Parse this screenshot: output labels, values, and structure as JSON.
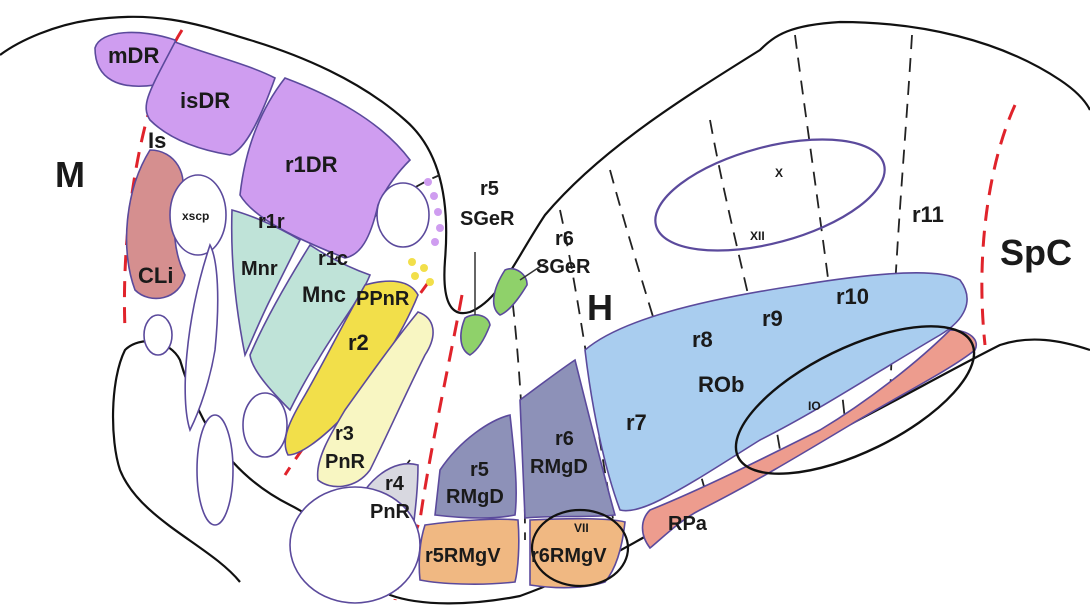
{
  "labels": {
    "M": "M",
    "H": "H",
    "SpC": "SpC",
    "mDR": "mDR",
    "isDR": "isDR",
    "Is": "Is",
    "r1DR": "r1DR",
    "xscp": "xscp",
    "CLi": "CLi",
    "r1r": "r1r",
    "Mnr": "Mnr",
    "r1c": "r1c",
    "Mnc": "Mnc",
    "PPnR": "PPnR",
    "r2": "r2",
    "r3": "r3",
    "PnR3": "PnR",
    "r4": "r4",
    "PnR4": "PnR",
    "r5_top": "r5",
    "SGeR5": "SGeR",
    "r6_top": "r6",
    "SGeR6": "SGeR",
    "r5": "r5",
    "RMgD5": "RMgD",
    "r6": "r6",
    "RMgD6": "RMgD",
    "r5RMgV": "r5RMgV",
    "r6RMgV": "r6RMgV",
    "VII": "VII",
    "r7": "r7",
    "r8": "r8",
    "r9": "r9",
    "r10": "r10",
    "r11": "r11",
    "ROb": "ROb",
    "IO": "IO",
    "RPa": "RPa",
    "X": "X",
    "XII": "XII"
  },
  "colors": {
    "dorsal_raphe": "#cf9df0",
    "cli": "#d58f8f",
    "median": "#bfe3d8",
    "ppnr": "#f2df4a",
    "pnr": "#f8f6c2",
    "pnr4": "#d8d8e0",
    "sger": "#8fd16a",
    "rmgd": "#8d91b8",
    "rmgv": "#f0b882",
    "rob": "#a9cdef",
    "rpa": "#ed9c8e",
    "boundary_red": "#e0232b",
    "nucleus_outline": "#5b4a9c"
  }
}
